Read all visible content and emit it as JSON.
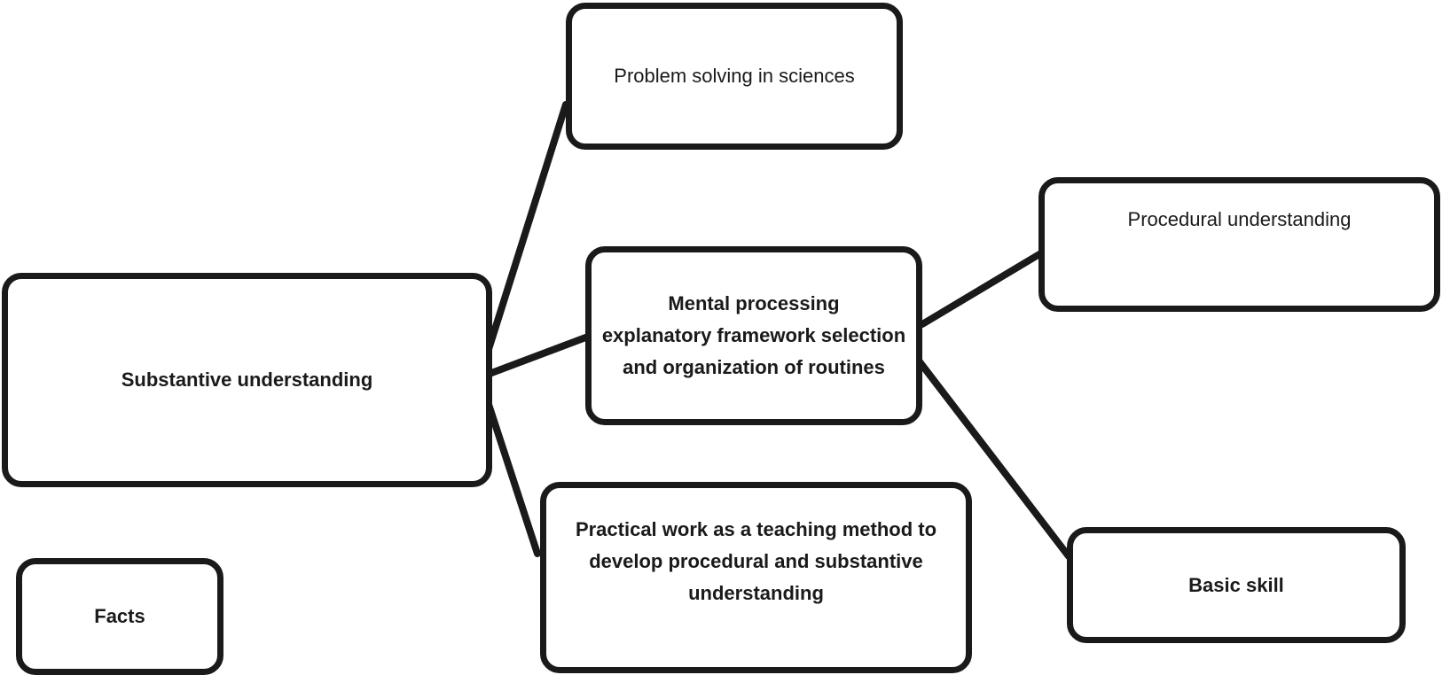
{
  "nodes": {
    "problem_solving": "Problem solving in sciences",
    "mental_processing": "Mental processing\nexplanatory framework selection\nand organization of routines",
    "procedural": "Procedural understanding",
    "substantive": "Substantive understanding",
    "practical_work": "Practical work as a teaching method to\ndevelop procedural and substantive\nunderstanding",
    "basic_skill": "Basic skill",
    "facts": "Facts"
  },
  "colors": {
    "stroke": "#1a1a1a",
    "background": "#ffffff"
  }
}
